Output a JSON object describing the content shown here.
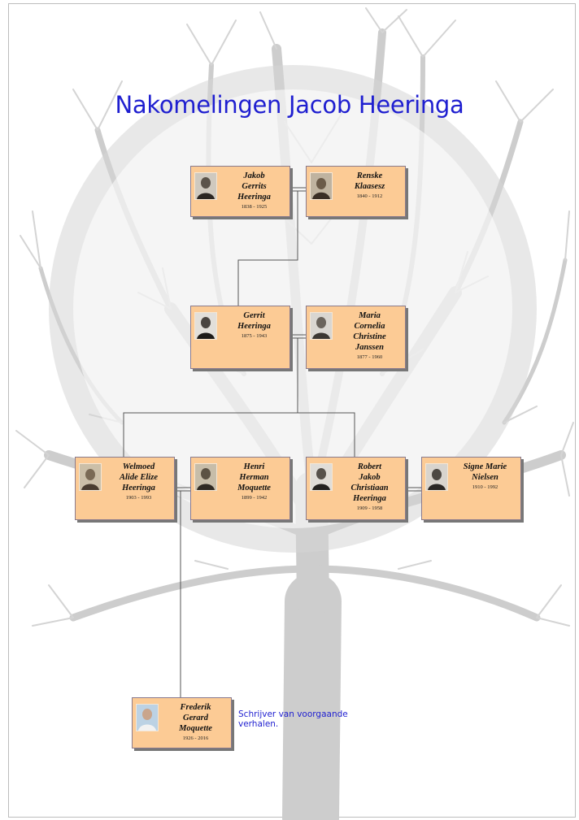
{
  "title": "Nakomelingen Jacob Heeringa",
  "colors": {
    "title": "#1f1fd0",
    "card_background": "#fccb95",
    "tree_silhouette": "#cdcdcd",
    "connector": "#555555"
  },
  "people": {
    "jakob": {
      "name": "Jakob\nGerrits\nHeeringa",
      "dates": "1838 - 1925",
      "icon": "portrait-icon"
    },
    "renske": {
      "name": "Renske\nKlaasesz",
      "dates": "1840 - 1912",
      "icon": "portrait-icon"
    },
    "gerrit": {
      "name": "Gerrit\nHeeringa",
      "dates": "1875 - 1943",
      "icon": "portrait-icon"
    },
    "maria": {
      "name": "Maria\nCornelia\nChristine\nJanssen",
      "dates": "1877 - 1960",
      "icon": "portrait-icon"
    },
    "welmoed": {
      "name": "Welmoed\nAlide Elize\nHeeringa",
      "dates": "1903 - 1993",
      "icon": "portrait-icon"
    },
    "henri": {
      "name": "Henri\nHerman\nMoquette",
      "dates": "1899 - 1942",
      "icon": "portrait-icon"
    },
    "robert": {
      "name": "Robert\nJakob\nChristiaan\nHeeringa",
      "dates": "1909 - 1958",
      "icon": "portrait-icon"
    },
    "signe": {
      "name": "Signe Marie\nNielsen",
      "dates": "1910 - 1992",
      "icon": "portrait-icon"
    },
    "frederik": {
      "name": "Frederik\nGerard\nMoquette",
      "dates": "1926 - 2016",
      "icon": "portrait-icon"
    }
  },
  "note": "Schrijver van voorgaande verhalen."
}
